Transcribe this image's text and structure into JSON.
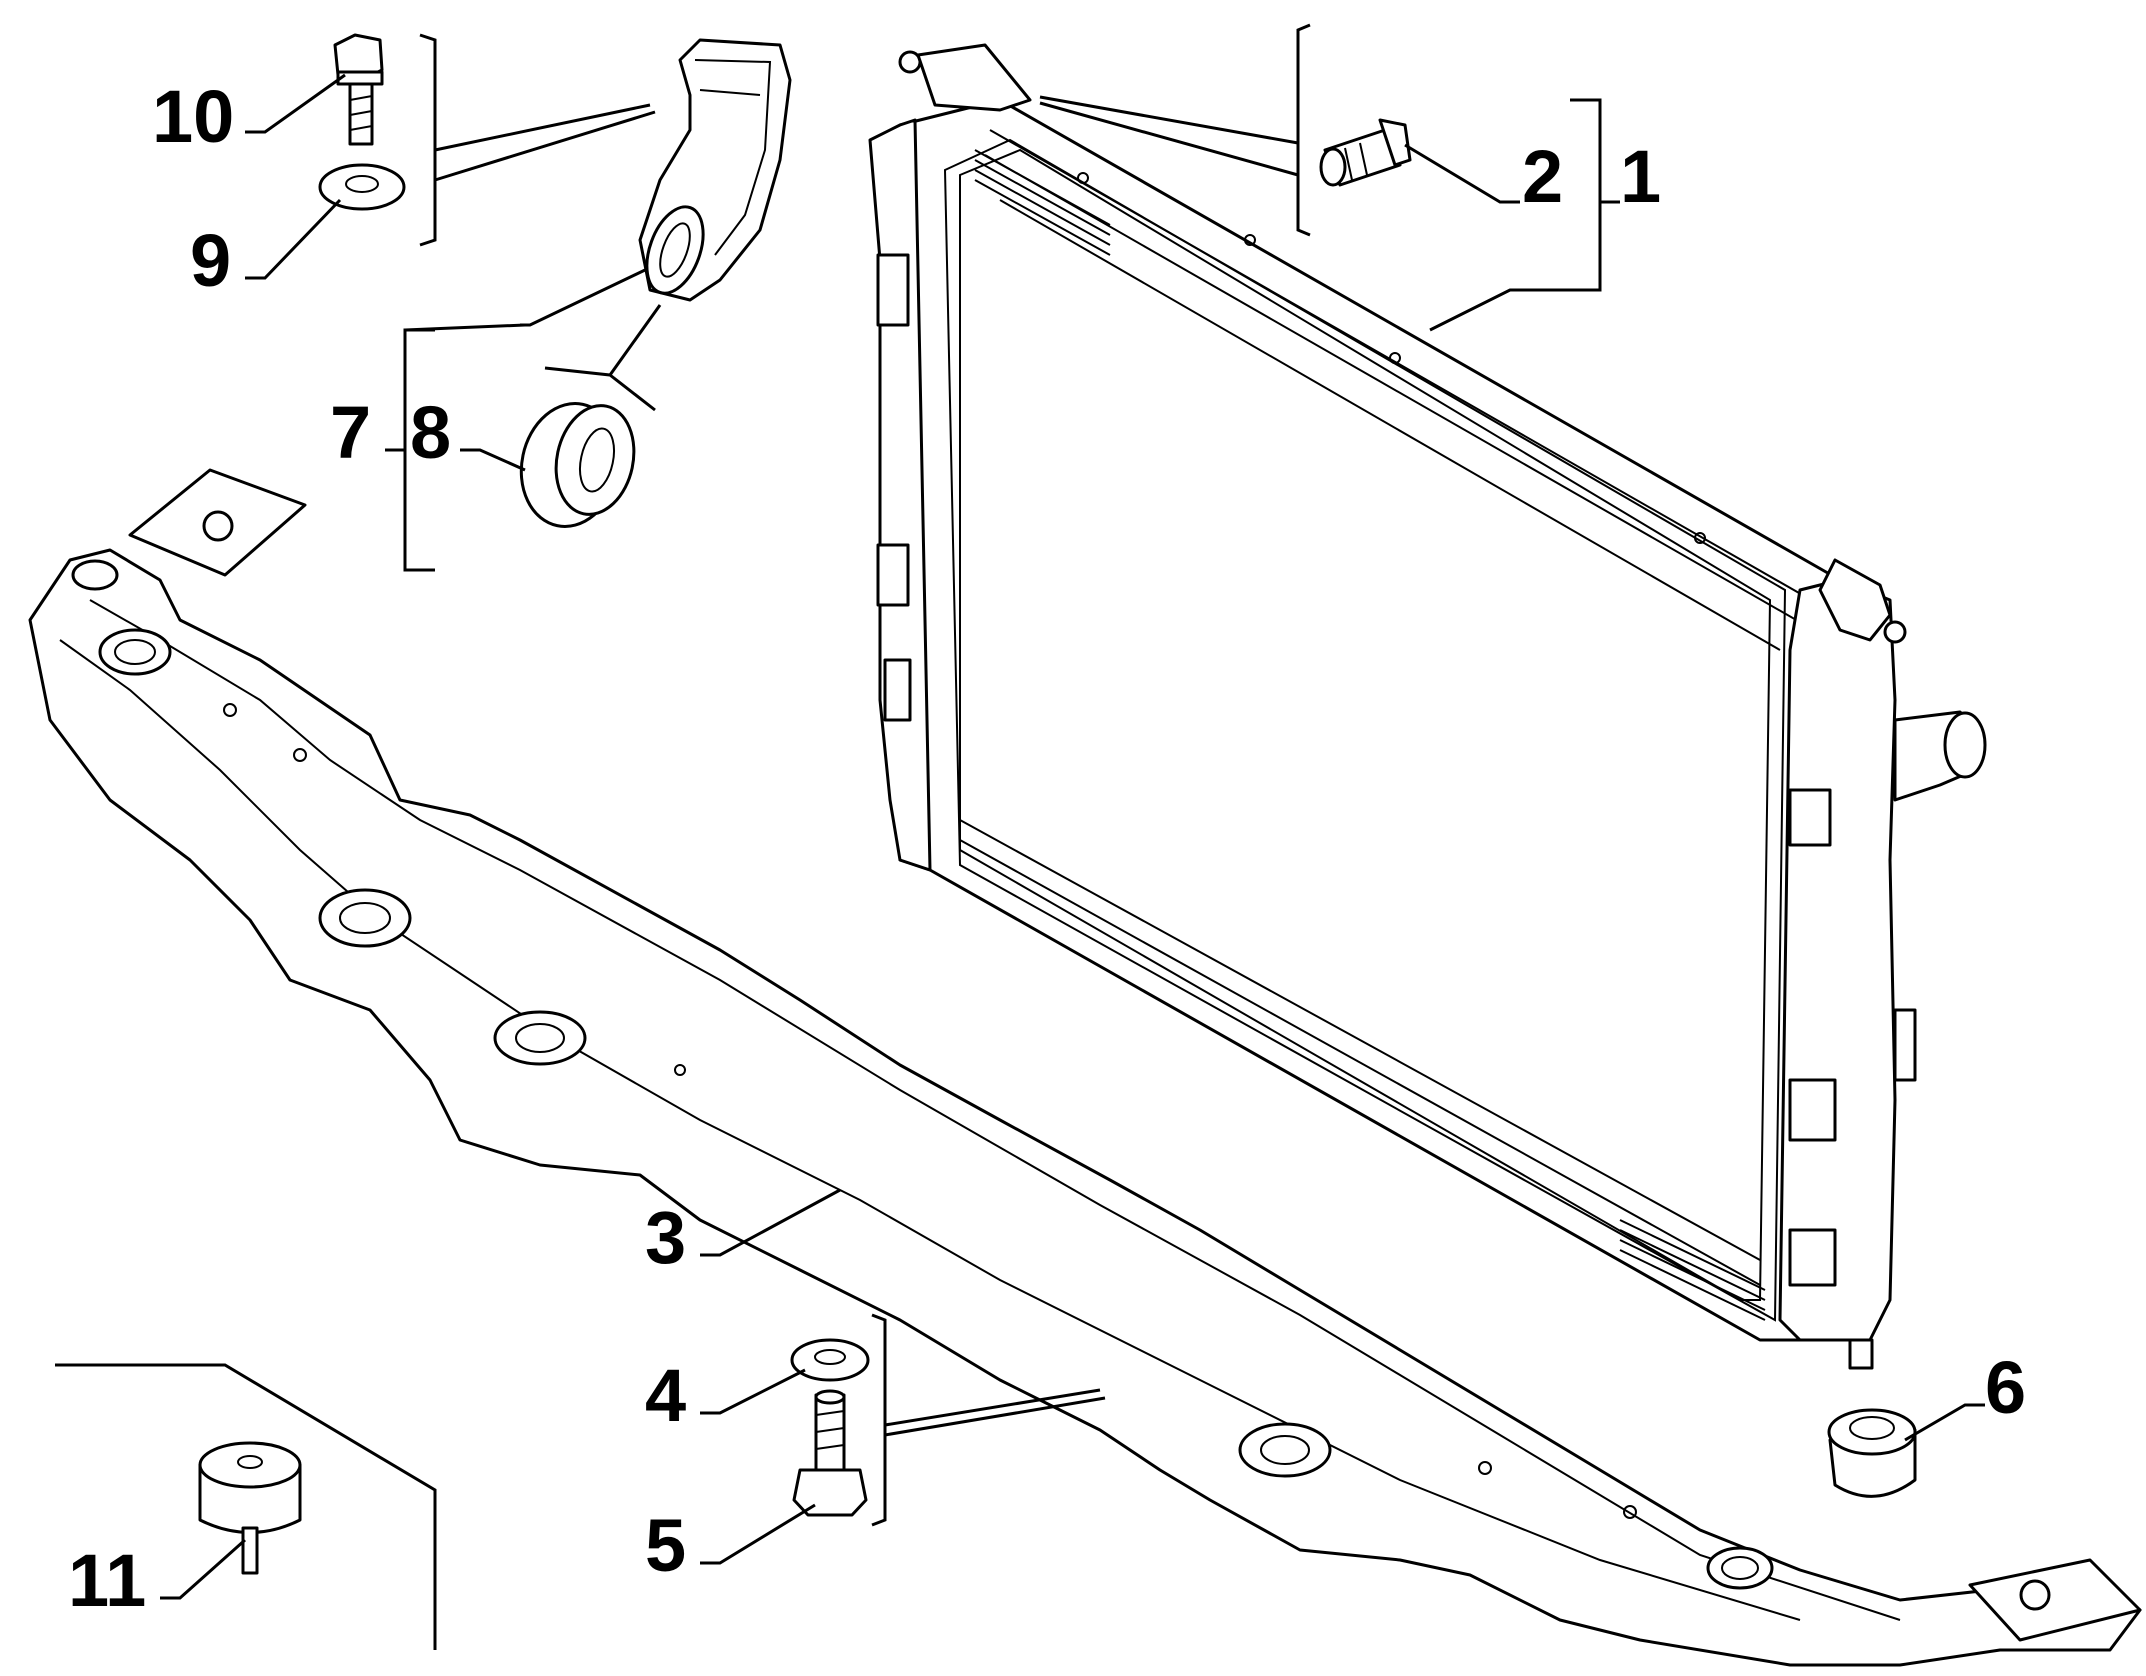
{
  "diagram": {
    "labels": {
      "p1": "1",
      "p2": "2",
      "p3": "3",
      "p4": "4",
      "p5": "5",
      "p6": "6",
      "p7": "7",
      "p8": "8",
      "p9": "9",
      "p10": "10",
      "p11": "11"
    },
    "colors": {
      "line": "#000000",
      "background": "#ffffff"
    }
  }
}
